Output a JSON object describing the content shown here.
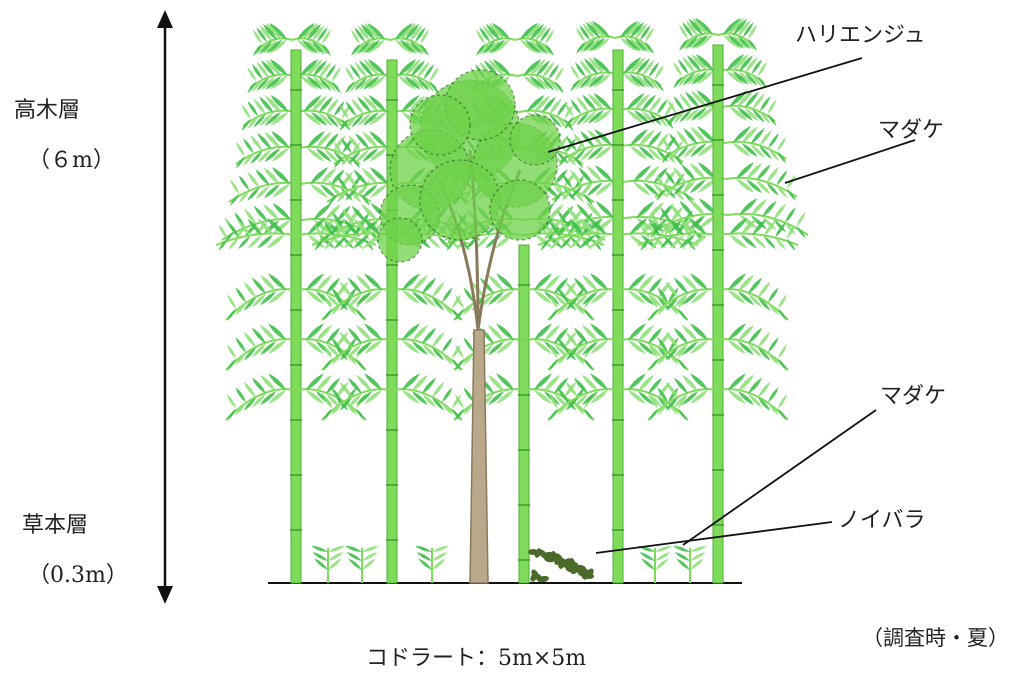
{
  "labels": {
    "tree_layer": "高木層",
    "tree_layer_height": "（６m）",
    "herb_layer": "草本層",
    "herb_layer_height": "（0.3m）",
    "robinia": "ハリエンジュ",
    "madake_tall": "マダケ",
    "madake_low": "マダケ",
    "noibara": "ノイバラ",
    "season": "（調査時・夏）",
    "quadrat": "コドラート：5m×5m"
  },
  "colors": {
    "bamboo_stem": "#7fdc5a",
    "bamboo_leaf": "#3fbf4a",
    "bamboo_leaf_light": "#8fe07a",
    "tree_trunk": "#8a7a5c",
    "tree_crown": "#6fd24a",
    "rose": "#4a6a2a",
    "line": "#111111"
  }
}
